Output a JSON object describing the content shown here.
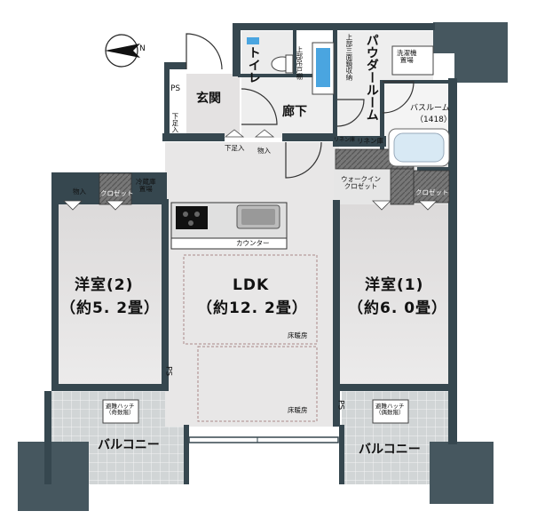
{
  "compass": {
    "label": "N"
  },
  "rooms": {
    "ldk": {
      "name": "LDK",
      "size": "（約12. 2畳）"
    },
    "western1": {
      "name": "洋室(1)",
      "size": "（約6. 0畳）"
    },
    "western2": {
      "name": "洋室(2)",
      "size": "（約5. 2畳）"
    },
    "entrance": "玄関",
    "hallway": "廊下",
    "toilet": "トイレ",
    "powder_room": "パウダールーム",
    "bathroom": {
      "name": "バスルーム",
      "size": "（1418）"
    },
    "walk_in_closet": "ウォークイン\nクロゼット",
    "balcony_left": "バルコニー",
    "balcony_right": "バルコニー"
  },
  "storage": {
    "ps_top": "PS",
    "ps_left": "PS",
    "ps_right": "PS",
    "shoe_box_entrance": "下足入",
    "shoe_box": "下足入",
    "storage_hall": "物入",
    "storage_left": "物入",
    "closet_left": "クロゼット",
    "closet_right": "クロゼット",
    "fridge": "冷蔵庫\n置場",
    "counter": "カウンター",
    "toilet_shelf": "上部吊戸棚",
    "mirror_cabinet": "上部三面鏡収納",
    "washer": "洗濯機\n置場",
    "linen_small": "リネン庫",
    "linen": "リネン庫"
  },
  "floor_heating": {
    "upper": "床暖房",
    "lower": "床暖房"
  },
  "hatches": {
    "left": "避難ハッチ\n（奇数階）",
    "right": "避難ハッチ\n（偶数階）"
  },
  "colors": {
    "wall": "#36474f",
    "floor": "#e6e4e4",
    "balcony": "#d0d4d5",
    "column": "#46575f",
    "accent_blue": "#4aa5e0"
  }
}
